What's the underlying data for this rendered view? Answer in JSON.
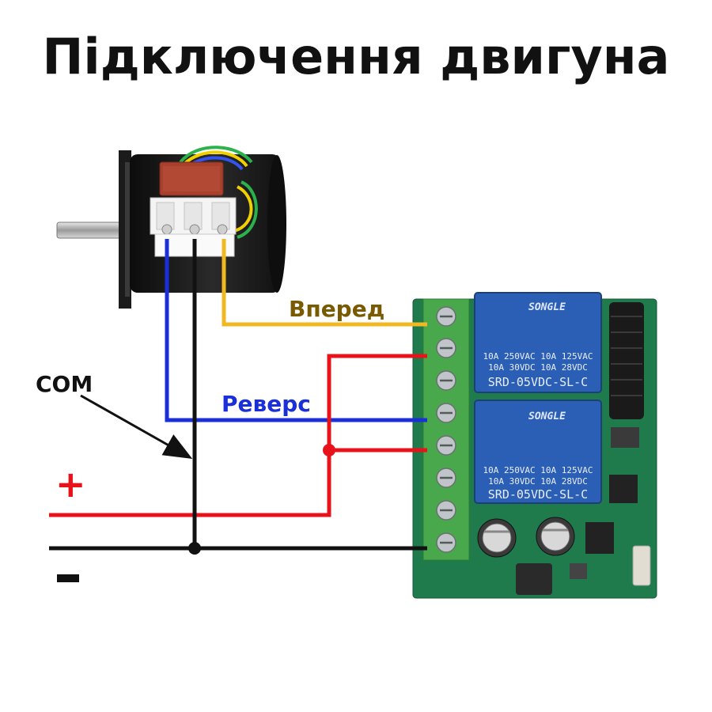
{
  "title": "Підключення двигуна",
  "labels": {
    "forward": "Вперед",
    "reverse": "Реверс",
    "com": "COM",
    "plus": "+",
    "minus": "-"
  },
  "relays": [
    {
      "brand": "SONGLE",
      "line1": "10A 250VAC  10A 125VAC",
      "line2": "10A 30VDC  10A 28VDC",
      "model": "SRD-05VDC-SL-C"
    },
    {
      "brand": "SONGLE",
      "line1": "10A 250VAC  10A 125VAC",
      "line2": "10A 30VDC  10A 28VDC",
      "model": "SRD-05VDC-SL-C"
    }
  ],
  "colors": {
    "forward_wire": "#f2b824",
    "forward_label": "#7a5a00",
    "reverse_wire": "#1a2fd8",
    "reverse_label": "#1a2fd8",
    "plus_wire": "#e8121b",
    "minus_wire": "#111111",
    "com_wire": "#111111",
    "board": "#1e7a4a",
    "terminal_block": "#46a84a",
    "relay": "#2b5fb5",
    "motor": "#1a1a1a"
  },
  "icons": {
    "motor": "dc-motor-icon",
    "relay_board": "relay-module-icon",
    "arrow": "pointer-arrow-icon"
  }
}
